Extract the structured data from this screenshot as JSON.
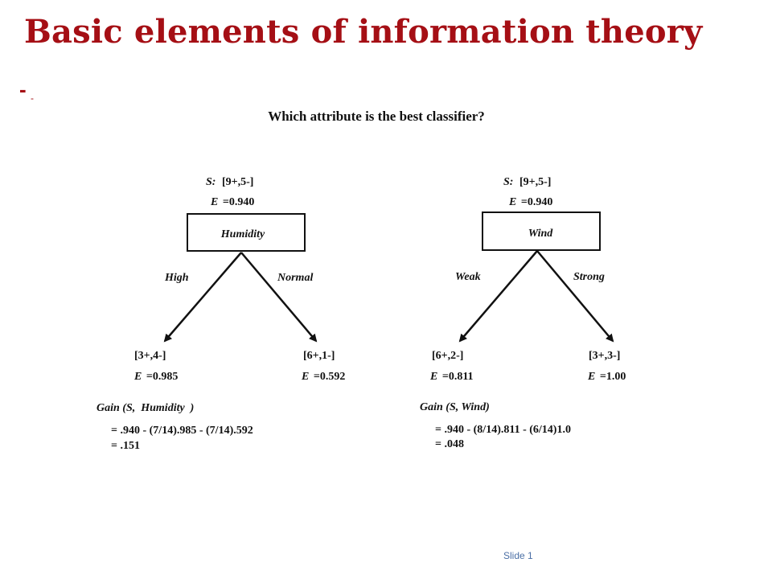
{
  "slide": {
    "title": "Basic elements of information theory",
    "bullet": "-",
    "bullet_small": "-",
    "footer": "Slide 1",
    "accent_color": "#a50f15"
  },
  "diagram": {
    "heading": "Which attribute is the best classifier?",
    "trees": [
      {
        "root_s_prefix": "S:",
        "root_s_value": "[9+,5-]",
        "root_e_prefix": "E",
        "root_e_value": "=0.940",
        "attribute": "Humidity",
        "left_branch": "High",
        "right_branch": "Normal",
        "left_leaf_counts": "[3+,4-]",
        "left_leaf_e_prefix": "E",
        "left_leaf_e_value": "=0.985",
        "right_leaf_counts": "[6+,1-]",
        "right_leaf_e_prefix": "E",
        "right_leaf_e_value": "=0.592",
        "gain_label": "Gain (S,  Humidity  )",
        "gain_formula": "= .940 - (7/14).985 - (7/14).592",
        "gain_result": "= .151"
      },
      {
        "root_s_prefix": "S:",
        "root_s_value": "[9+,5-]",
        "root_e_prefix": "E",
        "root_e_value": "=0.940",
        "attribute": "Wind",
        "left_branch": "Weak",
        "right_branch": "Strong",
        "left_leaf_counts": "[6+,2-]",
        "left_leaf_e_prefix": "E",
        "left_leaf_e_value": "=0.811",
        "right_leaf_counts": "[3+,3-]",
        "right_leaf_e_prefix": "E",
        "right_leaf_e_value": "=1.00",
        "gain_label": "Gain (S, Wind)",
        "gain_formula": "= .940 - (8/14).811 - (6/14)1.0",
        "gain_result": "= .048"
      }
    ]
  }
}
